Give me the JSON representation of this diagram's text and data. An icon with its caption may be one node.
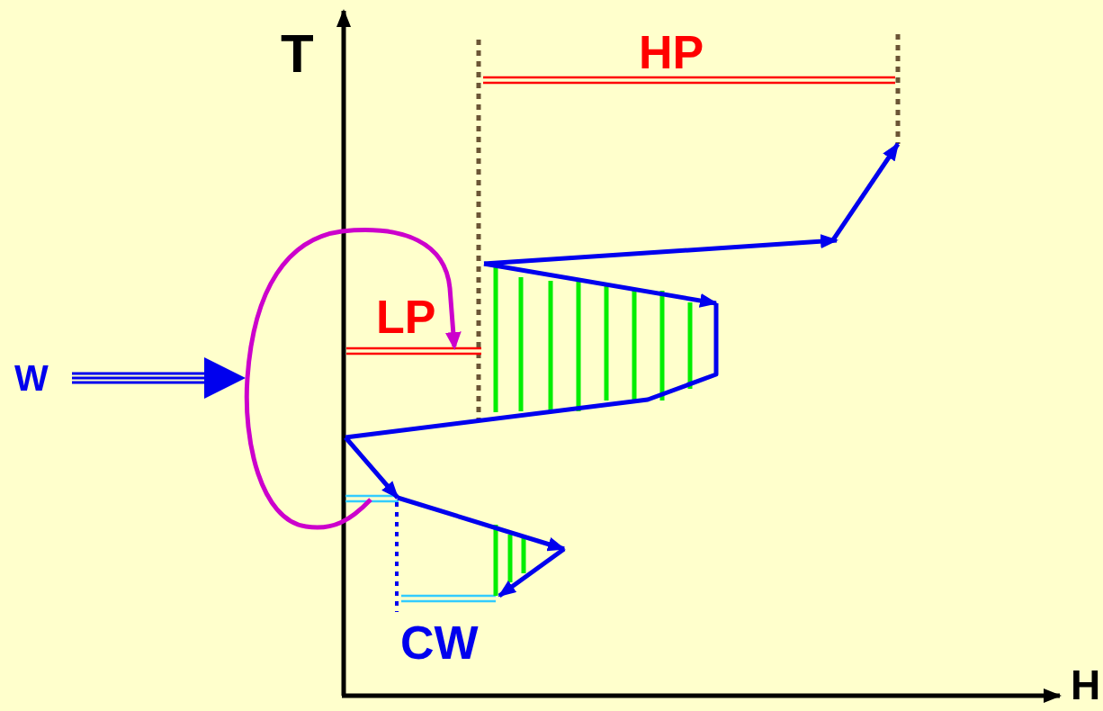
{
  "diagram": {
    "nodes": [
      {
        "text": [
          "W"
        ]
      },
      {
        "text": [],
        "shape": "loop"
      }
    ],
    "edges": [
      {
        "from": 0,
        "to": 1,
        "arrow": "to"
      }
    ],
    "labels": [
      "T",
      "H",
      "HP",
      "LP",
      "CW"
    ]
  }
}
